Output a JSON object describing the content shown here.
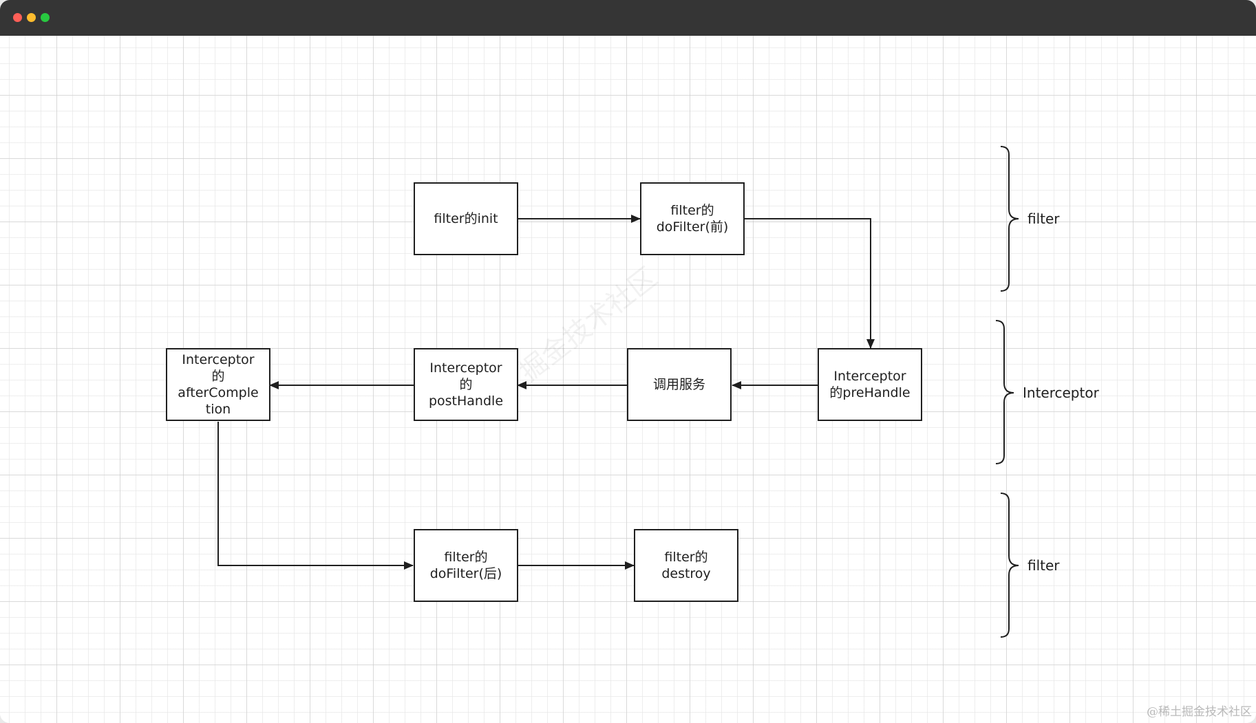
{
  "window": {
    "controls": [
      "close",
      "minimize",
      "maximize"
    ]
  },
  "nodes": {
    "filter_init": "filter的init",
    "filter_dofilter_before": "filter的\ndoFilter(前)",
    "interceptor_prehandle": "Interceptor\n的preHandle",
    "call_service": "调用服务",
    "interceptor_posthandle": "Interceptor\n的\npostHandle",
    "interceptor_aftercompletion": "Interceptor\n的\nafterComple\ntion",
    "filter_dofilter_after": "filter的\ndoFilter(后)",
    "filter_destroy": "filter的\ndestroy"
  },
  "phases": {
    "top": "filter",
    "middle": "Interceptor",
    "bottom": "filter"
  },
  "watermark": {
    "corner": "@稀土掘金技术社区",
    "background": "掘金技术社区"
  },
  "colors": {
    "titlebar": "#353535",
    "stroke": "#1f1f1f",
    "close": "#ff5f57",
    "minimize": "#febc2e",
    "maximize": "#28c840"
  }
}
